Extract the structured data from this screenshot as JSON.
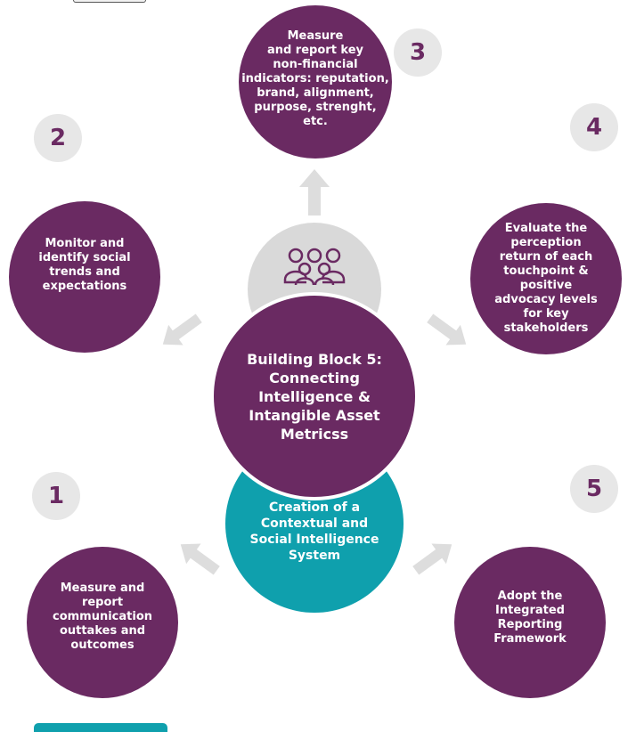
{
  "center": {
    "main_label": "Building Block 5:\nConnecting\nIntelligence &\nIntangible Asset\nMetricss",
    "base_label": "Creation of a\nContextual and\nSocial Intelligence\nSystem",
    "top_icon": "people-group-icon"
  },
  "steps": [
    {
      "number": "1",
      "label": "Measure and\nreport\ncommunication\nouttakes and\noutcomes"
    },
    {
      "number": "2",
      "label": "Monitor and\nidentify social\ntrends and\nexpectations"
    },
    {
      "number": "3",
      "label": "Measure\nand report key\nnon-financial\nindicators: reputation,\nbrand, alignment,\npurpose, strenght,\netc."
    },
    {
      "number": "4",
      "label": "Evaluate the\nperception\nreturn of each\ntouchpoint &\npositive\nadvocacy levels\nfor key\nstakeholders"
    },
    {
      "number": "5",
      "label": "Adopt the\nIntegrated\nReporting\nFramework"
    }
  ],
  "colors": {
    "purple": "#6a2a62",
    "teal": "#0fa0ad",
    "grey": "#d9d9d9",
    "number_bg": "#e7e7e7",
    "arrow": "#dddddd"
  }
}
